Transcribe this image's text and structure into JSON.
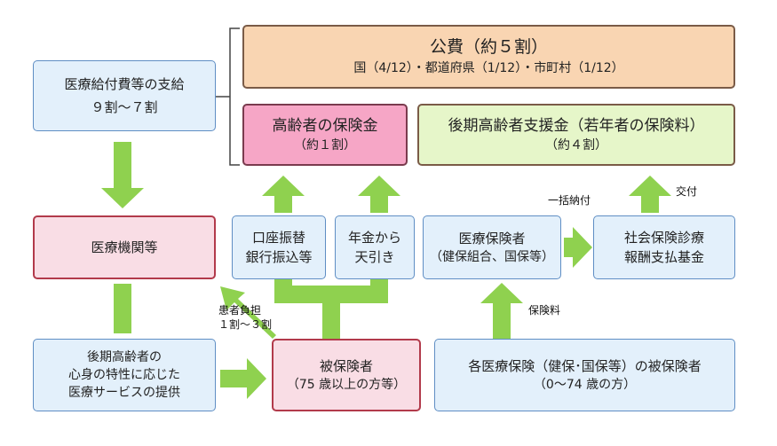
{
  "colors": {
    "arrow": "#8fd14f",
    "blue_fill": "#e3f0fb",
    "pink_fill": "#f9dde5",
    "hotpink_fill": "#f6a6c6",
    "orange_fill": "#f9d5b2",
    "green_fill": "#e6f6c9"
  },
  "public_funds": {
    "title": "公費（約５割）",
    "detail": "国（4/12）・都道府県（1/12）・市町村（1/12）"
  },
  "elderly_premium": {
    "title": "高齢者の保険金",
    "detail": "（約１割）"
  },
  "support_fund": {
    "title": "後期高齢者支援金（若年者の保険料）",
    "detail": "（約４割）"
  },
  "benefit_payment": {
    "line1": "医療給付費等の支給",
    "line2": "９割～７割"
  },
  "medical_institution": {
    "label": "医療機関等"
  },
  "bank_transfer": {
    "line1": "口座振替",
    "line2": "銀行振込等"
  },
  "pension_deduction": {
    "line1": "年金から",
    "line2": "天引き"
  },
  "medical_insurer": {
    "line1": "医療保険者",
    "line2": "（健保組合、国保等）"
  },
  "payment_fund": {
    "line1": "社会保険診療",
    "line2": "報酬支払基金"
  },
  "service_provision": {
    "line1": "後期高齢者の",
    "line2": "心身の特性に応じた",
    "line3": "医療サービスの提供"
  },
  "insured_elderly": {
    "line1": "被保険者",
    "line2": "（75 歳以上の方等）"
  },
  "insured_young": {
    "line1": "各医療保険（健保･国保等）の被保険者",
    "line2": "（0～74 歳の方）"
  },
  "labels": {
    "lump_sum": "一括納付",
    "grant": "交付",
    "premium": "保険料",
    "copay_line1": "患者負担",
    "copay_line2": "１割～３割"
  },
  "icons": [
    "arrow-down",
    "arrow-right",
    "arrow-up",
    "arrow-up-left",
    "bracket"
  ]
}
